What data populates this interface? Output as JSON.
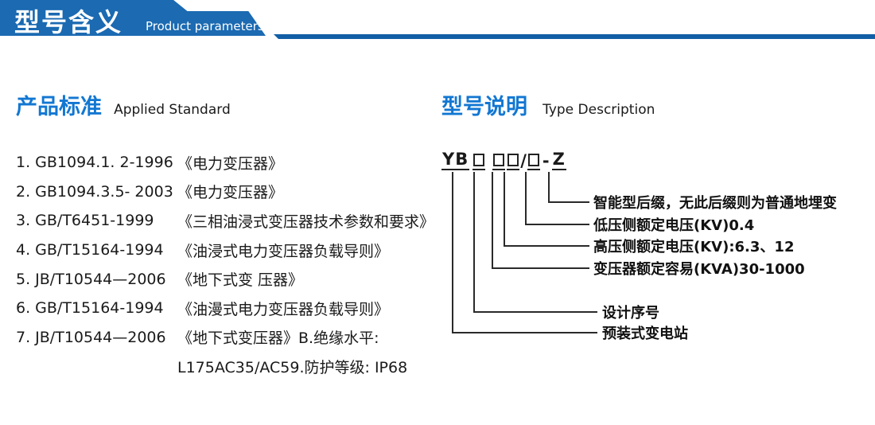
{
  "header": {
    "title_cn": "型号含义",
    "title_en": "Product parameters"
  },
  "colors": {
    "header_blue": "#1b6ab2",
    "header_strip_blue": "#135fa6",
    "section_heading_blue": "#1277d2",
    "text_black": "#1a1a1a"
  },
  "left_section": {
    "heading_cn": "产品标准",
    "heading_en": "Applied Standard",
    "standards": [
      {
        "code": "1. GB1094.1. 2-1996",
        "title": "《电力变压器》"
      },
      {
        "code": "2. GB1094.3.5- 2003",
        "title": "《电力变压器》"
      },
      {
        "code": "3. GB/T6451-1999",
        "title": "《三相油浸式变压器技术参数和要求》"
      },
      {
        "code": "4. GB/T15164-1994",
        "title": "《油浸式电力变压器负载导则》"
      },
      {
        "code": "5. JB/T10544—2006",
        "title": "《地下式变 压器》"
      },
      {
        "code": "6. GB/T15164-1994",
        "title": "《油漫式电力变压器负载导则》"
      },
      {
        "code": "7. JB/T10544—2006",
        "title": "《地下式变压器》B.绝缘水平:"
      },
      {
        "code": "",
        "title": "L175AC35/AC59.防护等级: IP68"
      }
    ]
  },
  "right_section": {
    "heading_cn": "型号说明",
    "heading_en": "Type Description",
    "model_code": {
      "prefix": "YB",
      "slash": "/",
      "dash": "-",
      "suffix": "Z"
    },
    "rows": [
      {
        "label": "智能型后缀，无此后缀则为普通地埋变"
      },
      {
        "label": "低压侧额定电压(KV)0.4"
      },
      {
        "label": "高压侧额定电压(KV):6.3、12"
      },
      {
        "label": "变压器额定容易(KVA)30-1000"
      },
      {
        "label": "设计序号"
      },
      {
        "label": "预装式变电站"
      }
    ]
  }
}
